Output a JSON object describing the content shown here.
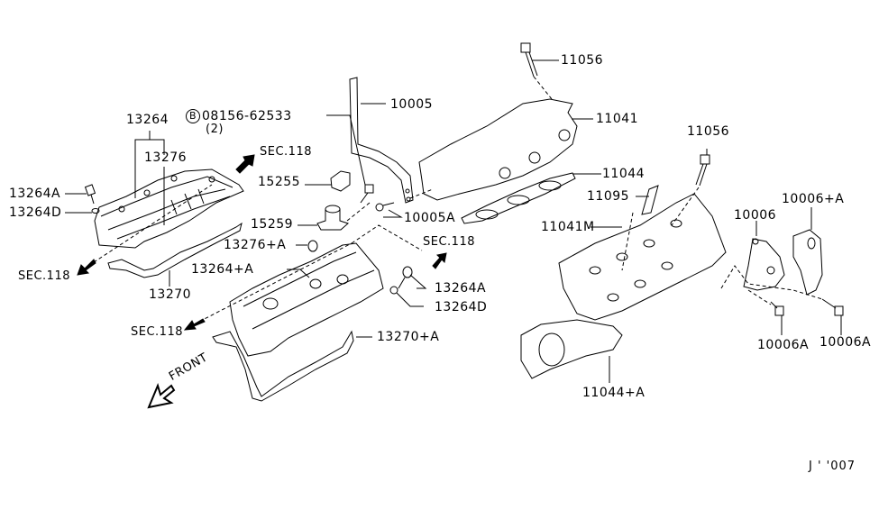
{
  "diagram": {
    "title": "Cylinder Head & Rocker Cover",
    "watermark": "J ' '007",
    "direction_label": "FRONT",
    "section_refs": [
      "SEC.118",
      "SEC.118",
      "SEC.118",
      "SEC.118"
    ],
    "bolt_ref": {
      "symbol": "B",
      "part": "08156-62533",
      "qty": "(2)"
    },
    "labels": {
      "p13264": "13264",
      "p13276": "13276",
      "p13264A_left": "13264A",
      "p13264D_left": "13264D",
      "p13270": "13270",
      "p15255": "15255",
      "p15259": "15259",
      "p13276A": "13276+A",
      "p13264plusA": "13264+A",
      "p13264A_right": "13264A",
      "p13264D_right": "13264D",
      "p13270A": "13270+A",
      "p10005": "10005",
      "p10005A": "10005A",
      "p11056_top": "11056",
      "p11041": "11041",
      "p11044": "11044",
      "p11095": "11095",
      "p11041M": "11041M",
      "p11056_right": "11056",
      "p11044A": "11044+A",
      "p10006": "10006",
      "p10006plusA": "10006+A",
      "p10006A_left": "10006A",
      "p10006A_right": "10006A"
    }
  }
}
